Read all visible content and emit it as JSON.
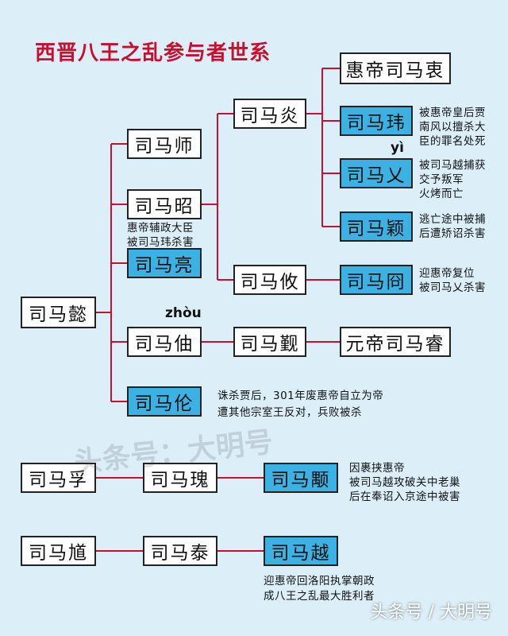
{
  "title": "西晋八王之乱参与者世系",
  "persons": {
    "simayi": "司马懿",
    "simashi": "司马师",
    "simazhao": "司马昭",
    "simaliang": "司马亮",
    "simazhou": "司马伷",
    "simalun": "司马伦",
    "simayan": "司马炎",
    "simayou": "司马攸",
    "simajin": "司马觐",
    "huidi": "惠帝司马衷",
    "simawei": "司马玮",
    "simaai": "司马乂",
    "simaying": "司马颖",
    "simajiong": "司马冏",
    "yuandi": "元帝司马睿",
    "simafu": "司马孚",
    "simagui": "司马瑰",
    "simayong": "司马颙",
    "simakui": "司马馗",
    "simatai": "司马泰",
    "simayue": "司马越"
  },
  "notes": {
    "simazhao": "惠帝辅政大臣\n被司马玮杀害",
    "simawei": "被惠帝皇后贾\n南风以擅杀大\n臣的罪名处死",
    "simaai": "被司马越捕获\n交予叛军\n火烤而亡",
    "simaying": "逃亡途中被捕\n后遭矫诏杀害",
    "simajiong": "迎惠帝复位\n被司马乂杀害",
    "simalun": "诛杀贾后，301年废惠帝自立为帝\n遭其他宗室王反对，兵败被杀",
    "simayong": "因裹挟惠帝\n被司马越攻破关中老巢\n后在奉诏入京途中被害",
    "simayue": "迎惠帝回洛阳执掌朝政\n成八王之乱最大胜利者"
  },
  "pinyin": {
    "yi": "yì",
    "zhou": "zhòu"
  },
  "watermark": "头条号：大明号",
  "footer": "头条号 / 大明号",
  "colors": {
    "background": "#dceef8",
    "highlight": "#3bb2e3",
    "title": "#c8102e",
    "line": "#c8102e"
  }
}
